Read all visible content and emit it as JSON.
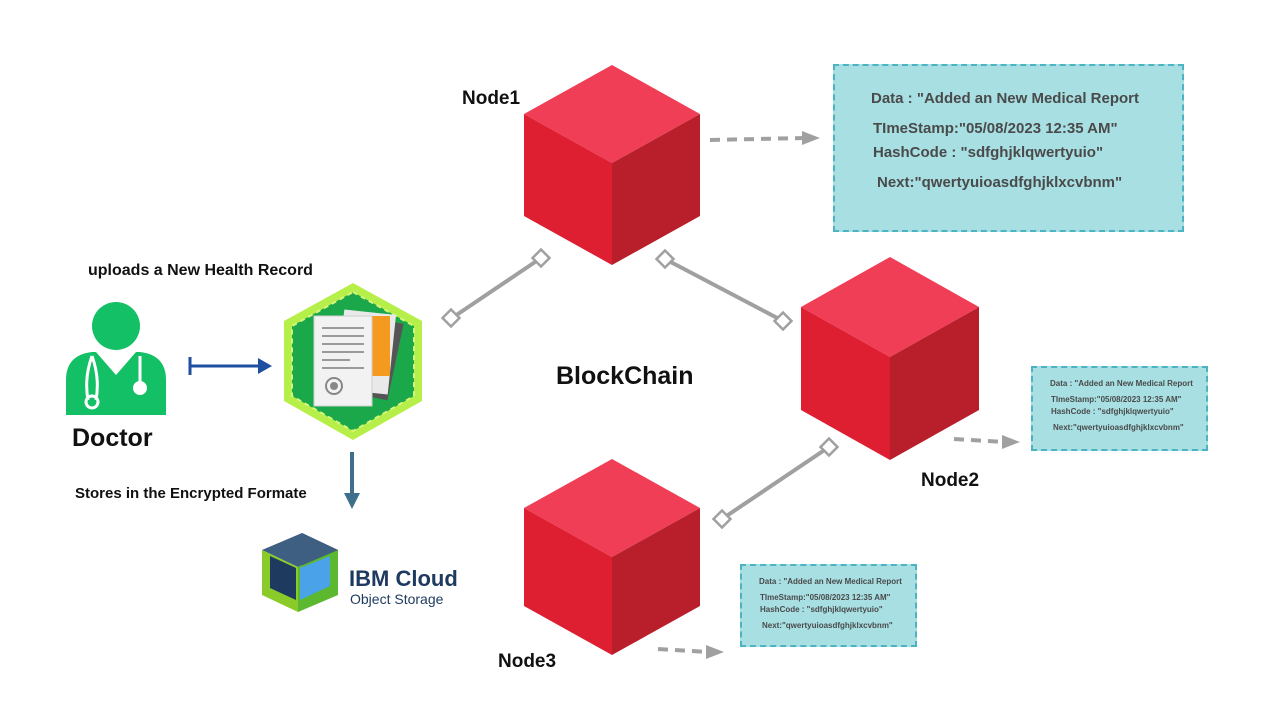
{
  "diagram": {
    "title": "BlockChain",
    "doctor_label": "Doctor",
    "upload_caption": "uploads a New Health Record",
    "storage_caption": "Stores in the Encrypted Formate",
    "storage_logo": {
      "line1": "IBM Cloud",
      "line2": "Object Storage"
    },
    "nodes": [
      {
        "label": "Node1"
      },
      {
        "label": "Node2"
      },
      {
        "label": "Node3"
      }
    ],
    "blocks": [
      {
        "data": "Data : \"Added an New  Medical Report",
        "timestamp": "TImeStamp:\"05/08/2023 12:35 AM\"",
        "hashcode": "HashCode : \"sdfghjklqwertyuio\"",
        "next": "Next:\"qwertyuioasdfghjklxcvbnm\""
      },
      {
        "data": "Data : \"Added an New  Medical Report",
        "timestamp": "TImeStamp:\"05/08/2023 12:35 AM\"",
        "hashcode": "HashCode : \"sdfghjklqwertyuio\"",
        "next": "Next:\"qwertyuioasdfghjklxcvbnm\""
      },
      {
        "data": "Data : \"Added an New  Medical Report",
        "timestamp": "TImeStamp:\"05/08/2023 12:35 AM\"",
        "hashcode": "HashCode : \"sdfghjklqwertyuio\"",
        "next": "Next:\"qwertyuioasdfghjklxcvbnm\""
      }
    ],
    "colors": {
      "cube_top": "#f03e56",
      "cube_left": "#de1f32",
      "cube_right": "#b81f2b",
      "doctor": "#14c065",
      "hex_fill": "#1aa84a",
      "hex_border": "#b7ef4a",
      "info_bg": "#a7dfe3",
      "info_border": "#4bb3c2",
      "arrow_blue": "#1f4fa0",
      "arrow_teal": "#3e6f8c",
      "connector": "#a0a0a0"
    }
  }
}
